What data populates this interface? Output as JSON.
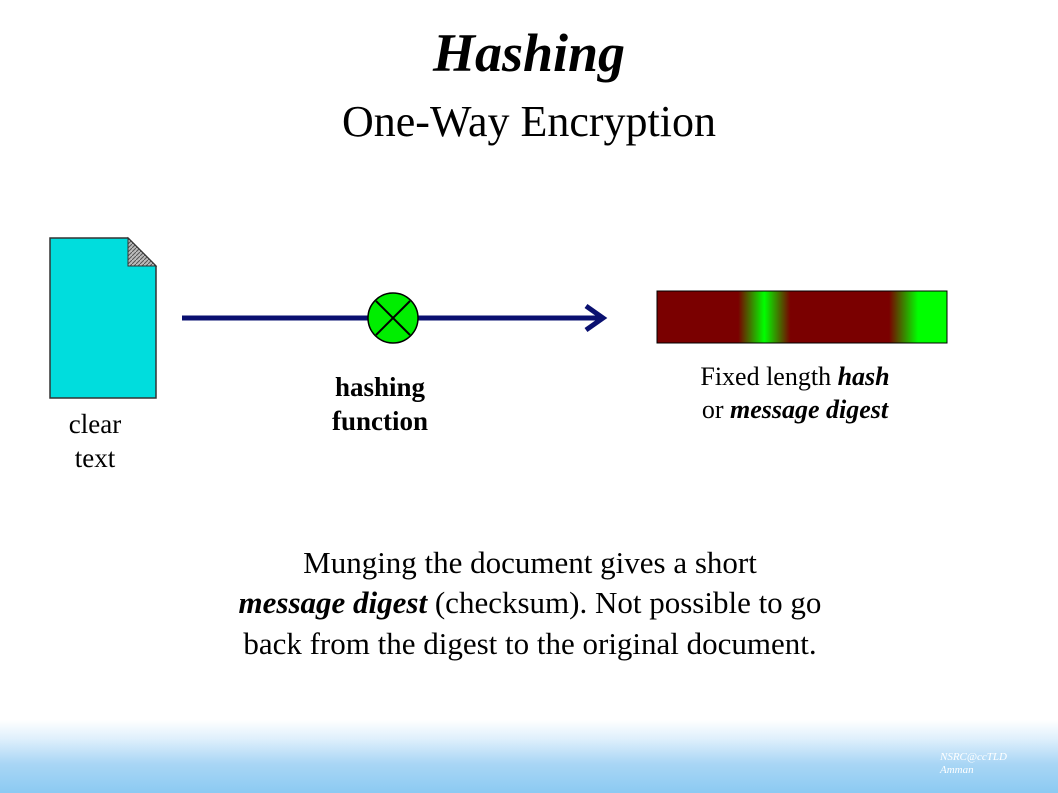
{
  "title": "Hashing",
  "subtitle": "One-Way Encryption",
  "labels": {
    "clear_text_line1": "clear",
    "clear_text_line2": "text",
    "hash_function_line1": "hashing",
    "hash_function_line2": "function",
    "digest_line1_pre": "Fixed length ",
    "digest_line1_em": "hash",
    "digest_line2_pre": "or ",
    "digest_line2_em": "message digest"
  },
  "body": {
    "line1": "Munging the document gives a short",
    "line2_em": "message digest",
    "line2_rest": " (checksum). Not possible to go",
    "line3": "back from the digest to the original document."
  },
  "footer": {
    "line1": "NSRC@ccTLD",
    "line2": "Amman"
  },
  "colors": {
    "document": "#00dddd",
    "arrow": "#0a1070",
    "function_circle": "#00ee00",
    "digest_dark": "#7a0000",
    "digest_bright": "#00ff00"
  },
  "icons": {
    "document": "document-icon",
    "hash_function": "x-circle-icon",
    "arrow": "arrow-right-icon"
  }
}
